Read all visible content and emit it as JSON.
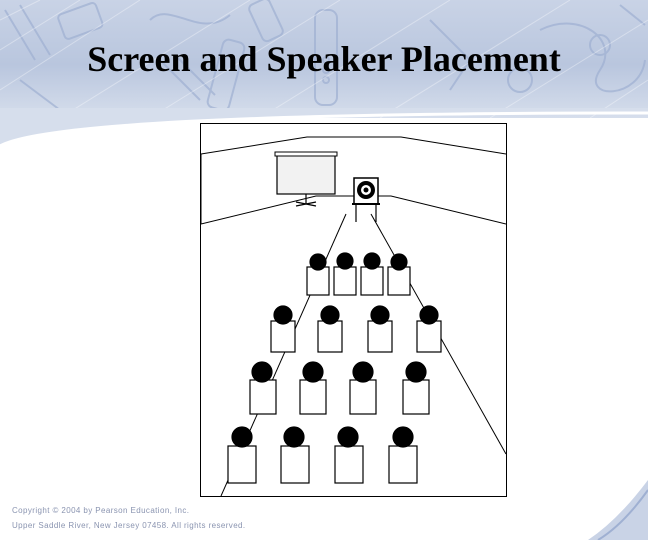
{
  "slide": {
    "title": "Screen and Speaker Placement",
    "copyright_line1": "Copyright © 2004 by Pearson Education, Inc.",
    "copyright_line2": "Upper Saddle River, New Jersey 07458.  All rights reserved."
  },
  "colors": {
    "banner": "#bfcbe2",
    "accent": "#7b8fc0",
    "footer_text": "#8a94b0"
  },
  "diagram": {
    "rows": [
      4,
      4,
      4,
      4
    ],
    "icons": [
      "projector-screen-icon",
      "speaker-icon",
      "chair-icon",
      "audience-head-icon"
    ]
  }
}
